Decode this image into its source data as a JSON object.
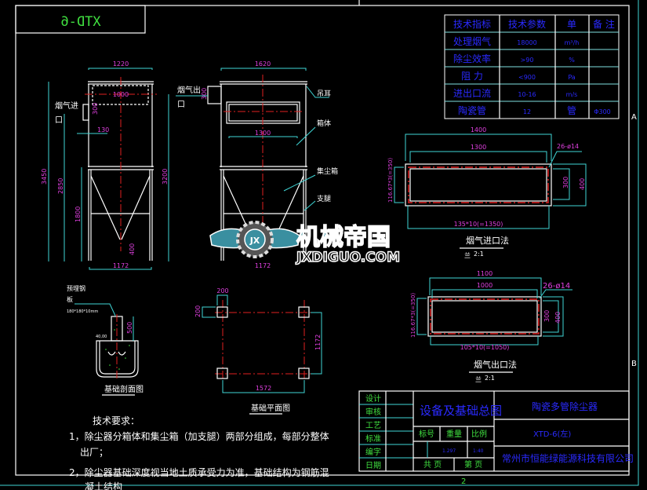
{
  "drawing_number_mirrored": "XTD-6",
  "grid_markers": {
    "row_a": "A",
    "row_b": "B",
    "column": "2"
  },
  "spec_table": {
    "headers": [
      "技术指标",
      "技术参数",
      "单",
      "备 注"
    ],
    "rows": [
      [
        "处理烟气",
        "18000",
        "m³/h",
        ""
      ],
      [
        "除尘效率",
        ">90",
        "%",
        ""
      ],
      [
        "阻 力",
        "<900",
        "Pa",
        ""
      ],
      [
        "进出口流",
        "10-16",
        "m/s",
        ""
      ],
      [
        "陶瓷管",
        "12",
        "管",
        "Φ300"
      ]
    ]
  },
  "front_view": {
    "dims": {
      "width_top": "1220",
      "width_inner": "1000",
      "inlet_h": "300",
      "offset": "130",
      "total_h": "3450",
      "h2": "2850",
      "h3": "1800",
      "h4": "3200",
      "outlet_h": "400",
      "leg_span": "1172"
    },
    "inlet_label_1": "烟气进",
    "inlet_label_2": "口"
  },
  "side_view": {
    "dims": {
      "width_top": "1620",
      "inner": "1300",
      "outlet_h": "300",
      "leg_span": "1172"
    },
    "outlet_label_1": "烟气出",
    "outlet_label_2": "口",
    "callouts": [
      "吊耳",
      "箱体",
      "集尘箱",
      "支腿"
    ]
  },
  "inlet_flange": {
    "dims": {
      "outer_w": "1400",
      "inner_w": "1300",
      "holes": "26-ø14",
      "inner_h": "300",
      "outer_h": "400",
      "left": "116.67*3(=350)",
      "bottom": "135*10(=1350)"
    },
    "title": "烟气进口法",
    "scale": "2:1",
    "scale_prefix": "兰"
  },
  "outlet_flange": {
    "dims": {
      "outer_w": "1100",
      "inner_w": "1000",
      "holes": "26-ø14",
      "inner_h": "300",
      "outer_h": "400",
      "left": "116.67*3(=350)",
      "bottom": "105*10(=1050)"
    },
    "title": "烟气出口法",
    "scale": "2:1",
    "scale_prefix": "兰"
  },
  "foundation_section": {
    "label_1": "预埋钢",
    "label_2": "板",
    "plate_size": "180*180*10mm",
    "dim_depth": "500",
    "dim_small": "40,00",
    "title": "基础剖面图"
  },
  "foundation_plan": {
    "dims": {
      "pad_w": "200",
      "pad_h": "200",
      "span_y": "1172",
      "span_x": "1572"
    },
    "title": "基础平面图"
  },
  "tech_requirements": {
    "title": "技术要求：",
    "items": [
      "1，除尘器分箱体和集尘箱（加支腿）两部分组成，每部分整体",
      "出厂；",
      "2，除尘器基础深度视当地土质承受力为准，基础结构为钢筋混",
      "凝土结构"
    ]
  },
  "title_block": {
    "roles": [
      "设计",
      "审核",
      "工艺",
      "标准",
      "编字",
      "日期"
    ],
    "drawing_title": "设备及基础总图",
    "product_name": "陶瓷多管除尘器",
    "model": "XTD-6(左)",
    "company": "常州市恒能绿能源科技有限公司",
    "col_headers": [
      "标号",
      "重量",
      "比例"
    ],
    "weight": "1.297",
    "scale": "1:40",
    "total_pages": "共 页",
    "page_no": "第 页"
  },
  "watermark": {
    "text_cn": "机械帝国",
    "text_en": "JXDIGUO.COM",
    "emblem": "JX"
  },
  "colors": {
    "background": "#000000",
    "line": "#ffffff",
    "dimension": "#3fd6d6",
    "dim_text": "#e040e0",
    "centerline": "#e02020",
    "title_text": "#2a2aff",
    "label_text": "#40e040"
  }
}
